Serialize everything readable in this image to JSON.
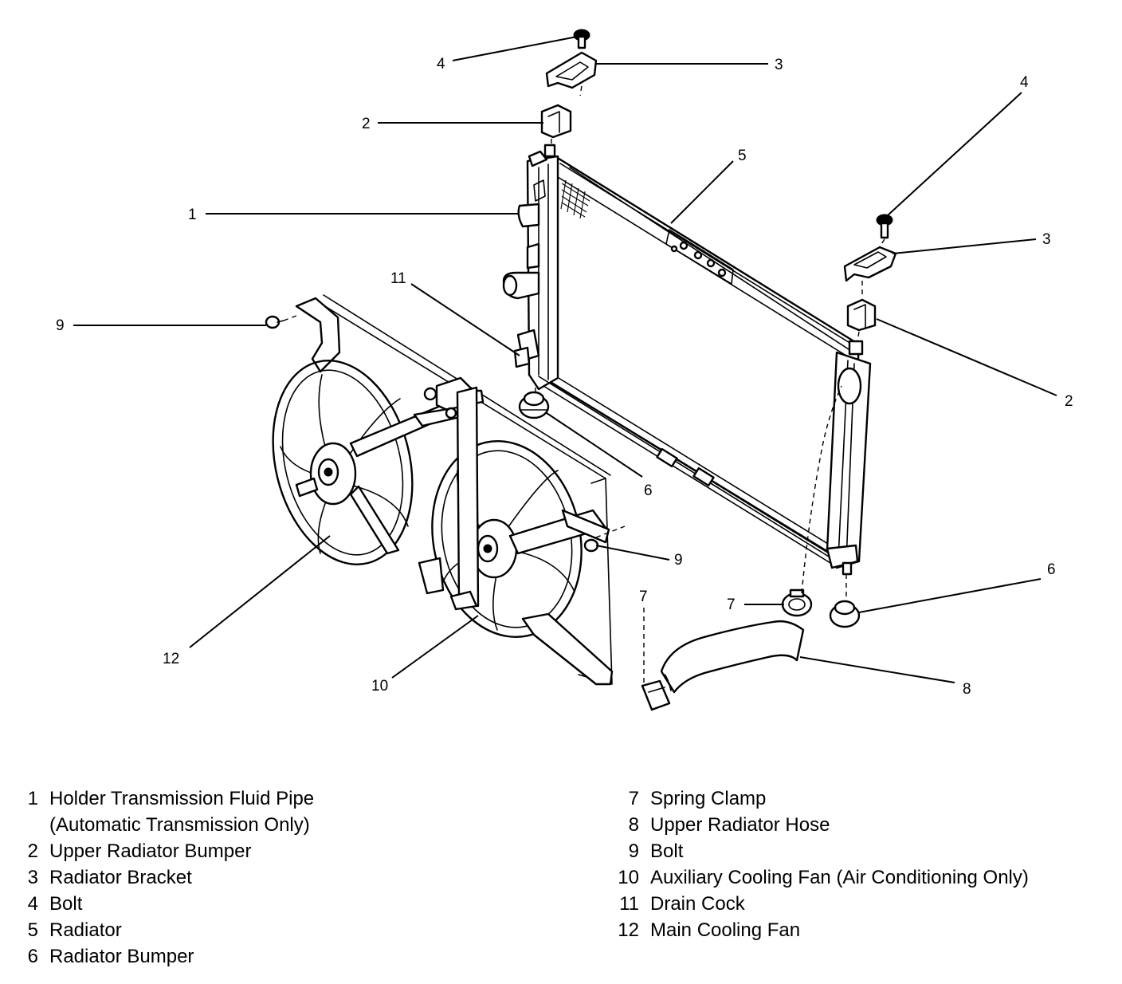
{
  "callouts": {
    "c1": "1",
    "c2a": "2",
    "c2b": "2",
    "c3a": "3",
    "c3b": "3",
    "c4a": "4",
    "c4b": "4",
    "c5": "5",
    "c6a": "6",
    "c6b": "6",
    "c7a": "7",
    "c7b": "7",
    "c8": "8",
    "c9a": "9",
    "c9b": "9",
    "c10": "10",
    "c11": "11",
    "c12": "12"
  },
  "legend": {
    "left": [
      {
        "num": "1",
        "lines": [
          "Holder Transmission Fluid Pipe",
          "(Automatic Transmission Only)"
        ]
      },
      {
        "num": "2",
        "lines": [
          "Upper Radiator Bumper"
        ]
      },
      {
        "num": "3",
        "lines": [
          "Radiator Bracket"
        ]
      },
      {
        "num": "4",
        "lines": [
          "Bolt"
        ]
      },
      {
        "num": "5",
        "lines": [
          "Radiator"
        ]
      },
      {
        "num": "6",
        "lines": [
          "Radiator Bumper"
        ]
      }
    ],
    "right": [
      {
        "num": "7",
        "lines": [
          "Spring Clamp"
        ]
      },
      {
        "num": "8",
        "lines": [
          "Upper Radiator Hose"
        ]
      },
      {
        "num": "9",
        "lines": [
          "Bolt"
        ]
      },
      {
        "num": "10",
        "lines": [
          "Auxiliary Cooling Fan (Air Conditioning Only)"
        ]
      },
      {
        "num": "11",
        "lines": [
          "Drain Cock"
        ]
      },
      {
        "num": "12",
        "lines": [
          "Main Cooling Fan"
        ]
      }
    ]
  }
}
